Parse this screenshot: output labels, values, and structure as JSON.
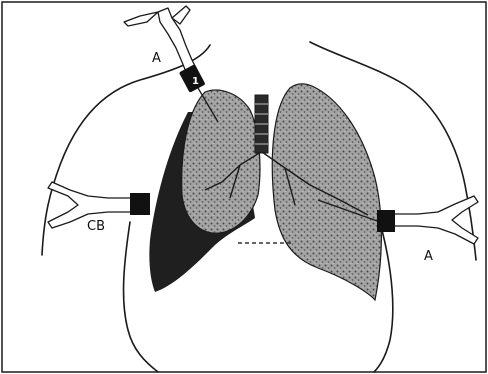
{
  "labels": {
    "top_left": "A",
    "left": "CB",
    "right": "A"
  },
  "badge": "1",
  "icons": {
    "upper_probe": "stethoscope-chestpiece-icon",
    "left_probe": "stethoscope-chestpiece-icon",
    "right_probe": "stethoscope-chestpiece-icon"
  },
  "colors": {
    "ink": "#1a1a1a",
    "lung_fill": "#9a9a9a",
    "pleural_dark": "#1f1f1f",
    "background": "#ffffff"
  }
}
